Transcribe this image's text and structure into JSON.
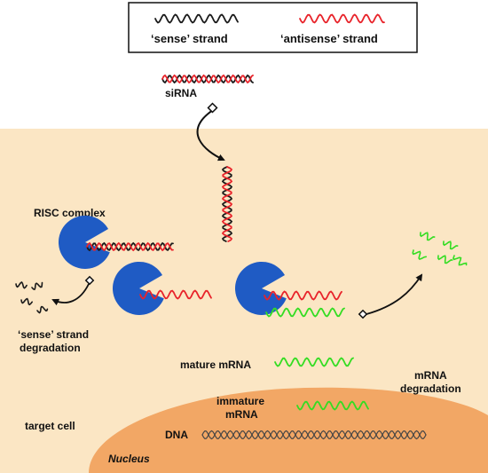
{
  "legend": {
    "sense_label": "‘sense’ strand",
    "antisense_label": "‘antisense’ strand"
  },
  "labels": {
    "sirna": "siRNA",
    "risc_complex": "RISC complex",
    "sense_degradation_line1": "‘sense’ strand",
    "sense_degradation_line2": "degradation",
    "mature_mrna": "mature mRNA",
    "mrna_degradation_line1": "mRNA",
    "mrna_degradation_line2": "degradation",
    "immature_mrna_line1": "immature",
    "immature_mrna_line2": "mRNA",
    "dna": "DNA",
    "target_cell": "target cell",
    "nucleus": "Nucleus"
  },
  "colors": {
    "sense": "#1a1a1a",
    "antisense": "#e8232a",
    "mrna": "#33dd22",
    "risc": "#1f5bc4",
    "cell": "#fbe6c4",
    "nucleus": "#f2a765",
    "dna": "#444444"
  }
}
